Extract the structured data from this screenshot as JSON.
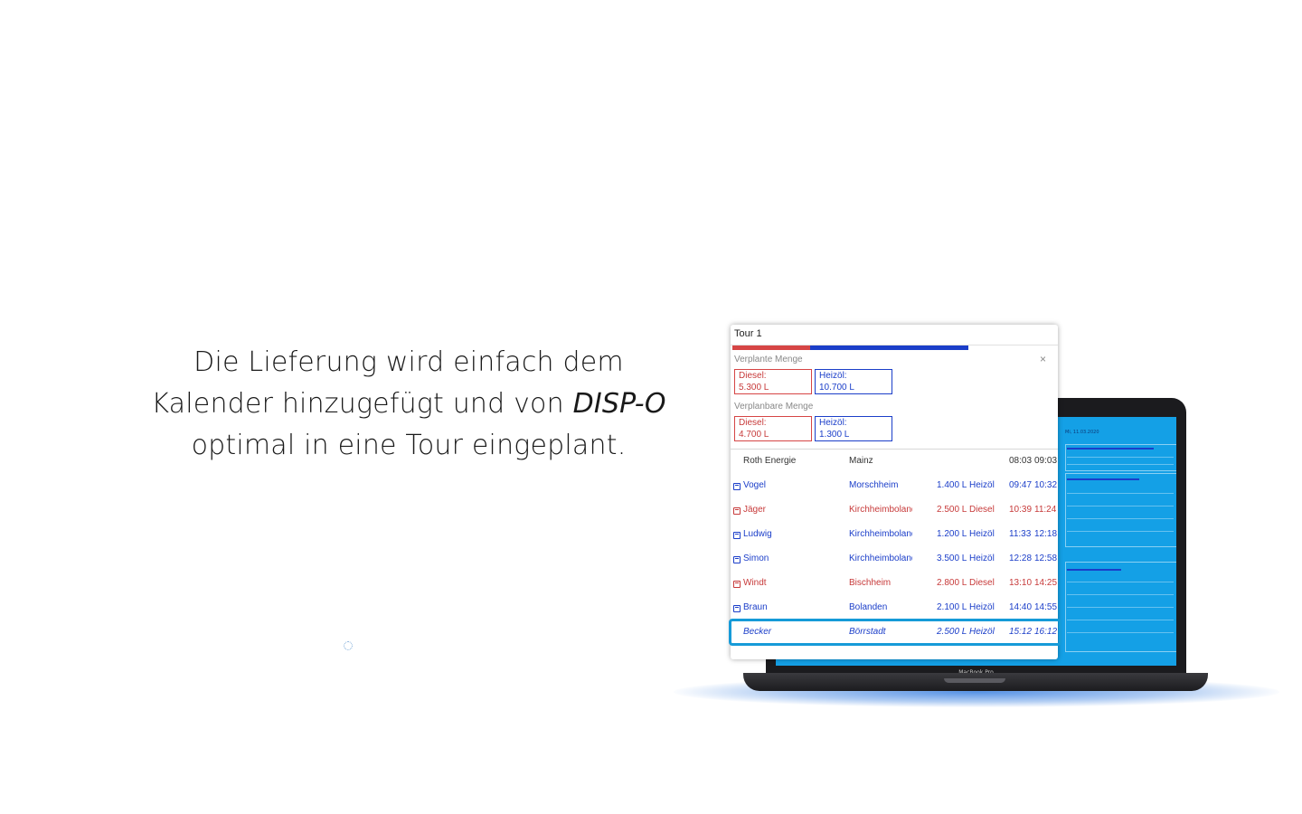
{
  "headline": {
    "line1": "Die Lieferung wird einfach dem",
    "line2_start": "Kalender hinzugefügt und von ",
    "line2_brand": "DISP-O",
    "line3": "optimal in eine Tour eingeplant."
  },
  "laptop": {
    "brand": "MacBook Pro",
    "screen_date": "Mi, 11.03.2020"
  },
  "card": {
    "title": "Tour 1",
    "close_symbol": "×",
    "planned": {
      "label": "Verplante Menge",
      "diesel": {
        "label": "Diesel:",
        "value": "5.300 L"
      },
      "heizoel": {
        "label": "Heizöl:",
        "value": "10.700 L"
      }
    },
    "plannable": {
      "label": "Verplanbare Menge",
      "diesel": {
        "label": "Diesel:",
        "value": "4.700 L"
      },
      "heizoel": {
        "label": "Heizöl:",
        "value": "1.300 L"
      }
    },
    "progress": {
      "diesel_fraction": 0.24,
      "heizoel_fraction": 0.49
    },
    "colors": {
      "diesel": "#c73a3a",
      "heizoel": "#1b3ec9",
      "highlight": "#169bd8"
    },
    "start": {
      "name": "Roth Energie",
      "city": "Mainz",
      "t1": "08:03",
      "t2": "09:03"
    },
    "rows": [
      {
        "name": "Vogel",
        "city": "Morschheim",
        "qty": "1.400 L",
        "fuel": "Heizöl",
        "t1": "09:47",
        "t2": "10:32",
        "color": "blue"
      },
      {
        "name": "Jäger",
        "city": "Kirchheimbolanden",
        "qty": "2.500 L",
        "fuel": "Diesel",
        "t1": "10:39",
        "t2": "11:24",
        "color": "red"
      },
      {
        "name": "Ludwig",
        "city": "Kirchheimbolanden",
        "qty": "1.200 L",
        "fuel": "Heizöl",
        "t1": "11:33",
        "t2": "12:18",
        "color": "blue"
      },
      {
        "name": "Simon",
        "city": "Kirchheimbolanden",
        "qty": "3.500 L",
        "fuel": "Heizöl",
        "t1": "12:28",
        "t2": "12:58",
        "color": "blue"
      },
      {
        "name": "Windt",
        "city": "Bischheim",
        "qty": "2.800 L",
        "fuel": "Diesel",
        "t1": "13:10",
        "t2": "14:25",
        "color": "red"
      },
      {
        "name": "Braun",
        "city": "Bolanden",
        "qty": "2.100 L",
        "fuel": "Heizöl",
        "t1": "14:40",
        "t2": "14:55",
        "color": "blue"
      }
    ],
    "new_row": {
      "name": "Becker",
      "city": "Börrstadt",
      "qty": "2.500 L",
      "fuel": "Heizöl",
      "t1": "15:12",
      "t2": "16:12"
    }
  }
}
